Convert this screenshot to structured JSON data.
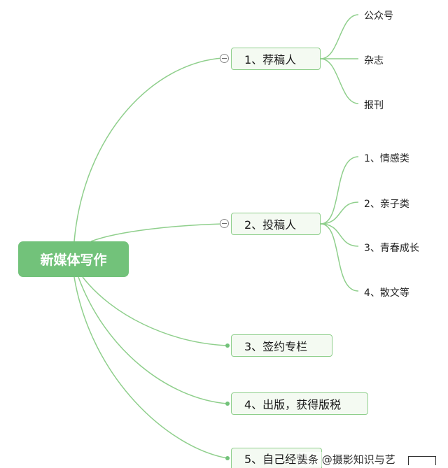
{
  "root": {
    "label": "新媒体写作"
  },
  "branches": [
    {
      "label": "1、荐稿人",
      "children": [
        "公众号",
        "杂志",
        "报刊"
      ]
    },
    {
      "label": "2、投稿人",
      "children": [
        "1、情感类",
        "2、亲子类",
        "3、青春成长",
        "4、散文等"
      ]
    },
    {
      "label": "3、签约专栏",
      "children": []
    },
    {
      "label": "4、出版，获得版税",
      "children": []
    },
    {
      "label": "5、自己经营",
      "children": []
    }
  ],
  "watermark": {
    "text": "头条 @摄影知识与艺"
  },
  "colors": {
    "root_fill": "#72c27a",
    "line": "#8fcf8c",
    "branch_fill": "#f4faf2",
    "branch_border": "#8fcf8c"
  }
}
